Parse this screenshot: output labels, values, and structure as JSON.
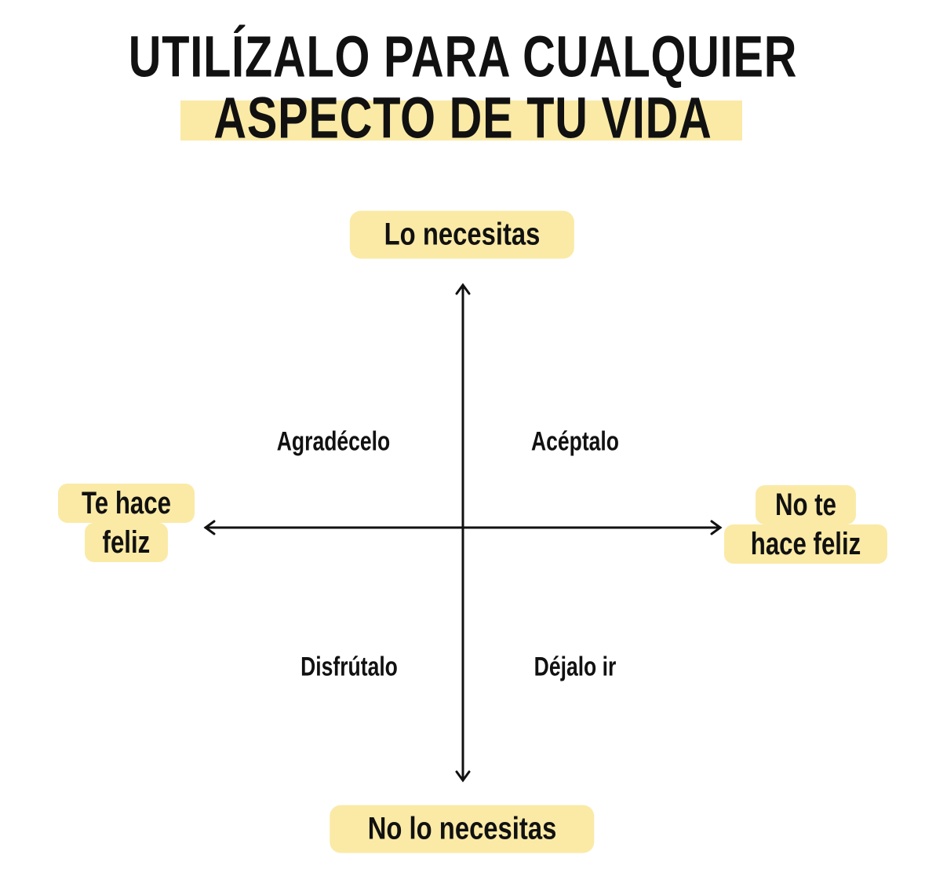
{
  "title": {
    "line1": "UTILÍZALO PARA CUALQUIER",
    "line2": "ASPECTO DE TU VIDA"
  },
  "axes": {
    "top": "Lo necesitas",
    "bottom": "No lo necesitas",
    "left": [
      "Te hace",
      "feliz"
    ],
    "right": [
      "No te",
      "hace feliz"
    ]
  },
  "quadrants": {
    "top_left": "Agradécelo",
    "top_right": "Acéptalo",
    "bottom_left": "Disfrútalo",
    "bottom_right": "Déjalo ir"
  },
  "colors": {
    "highlight": "#faeaa6",
    "text": "#111111"
  }
}
